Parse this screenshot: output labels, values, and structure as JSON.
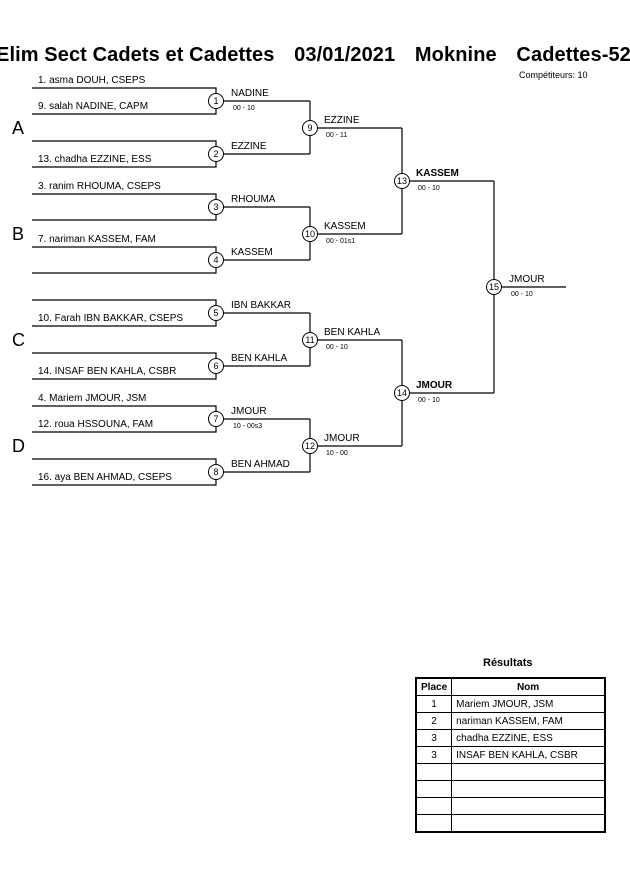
{
  "header": {
    "event": "Elim Sect Cadets et Cadettes",
    "date": "03/01/2021",
    "venue": "Moknine",
    "category": "Cadettes-52",
    "competitors": "Compétiteurs: 10"
  },
  "pools": [
    "A",
    "B",
    "C",
    "D"
  ],
  "entries": [
    "1. asma DOUH, CSEPS",
    "9. salah NADINE, CAPM",
    "13. chadha EZZINE, ESS",
    "3. ranim RHOUMA, CSEPS",
    "7. nariman KASSEM, FAM",
    "10. Farah IBN BAKKAR, CSEPS",
    "14. INSAF BEN KAHLA, CSBR",
    "4. Mariem JMOUR, JSM",
    "12. roua HSSOUNA, FAM",
    "16. aya BEN AHMAD, CSEPS"
  ],
  "matches": {
    "m1": {
      "num": "1",
      "winner": "NADINE",
      "score": "00 - 10"
    },
    "m2": {
      "num": "2",
      "winner": "EZZINE",
      "score": ""
    },
    "m3": {
      "num": "3",
      "winner": "RHOUMA",
      "score": ""
    },
    "m4": {
      "num": "4",
      "winner": "KASSEM",
      "score": ""
    },
    "m5": {
      "num": "5",
      "winner": "IBN BAKKAR",
      "score": ""
    },
    "m6": {
      "num": "6",
      "winner": "BEN KAHLA",
      "score": ""
    },
    "m7": {
      "num": "7",
      "winner": "JMOUR",
      "score": "10 - 00s3"
    },
    "m8": {
      "num": "8",
      "winner": "BEN AHMAD",
      "score": ""
    },
    "m9": {
      "num": "9",
      "winner": "EZZINE",
      "score": "00 - 11"
    },
    "m10": {
      "num": "10",
      "winner": "KASSEM",
      "score": "00 - 01s1"
    },
    "m11": {
      "num": "11",
      "winner": "BEN KAHLA",
      "score": "00 - 10"
    },
    "m12": {
      "num": "12",
      "winner": "JMOUR",
      "score": "10 - 00"
    },
    "m13": {
      "num": "13",
      "winner": "KASSEM",
      "score": "00 - 10"
    },
    "m14": {
      "num": "14",
      "winner": "JMOUR",
      "score": "00 - 10"
    },
    "m15": {
      "num": "15",
      "winner": "JMOUR",
      "score": "00 - 10"
    }
  },
  "results": {
    "title": "Résultats",
    "col_place": "Place",
    "col_name": "Nom",
    "rows": [
      {
        "place": "1",
        "name": "Mariem JMOUR, JSM"
      },
      {
        "place": "2",
        "name": "nariman KASSEM, FAM"
      },
      {
        "place": "3",
        "name": "chadha EZZINE, ESS"
      },
      {
        "place": "3",
        "name": "INSAF BEN KAHLA, CSBR"
      }
    ]
  }
}
